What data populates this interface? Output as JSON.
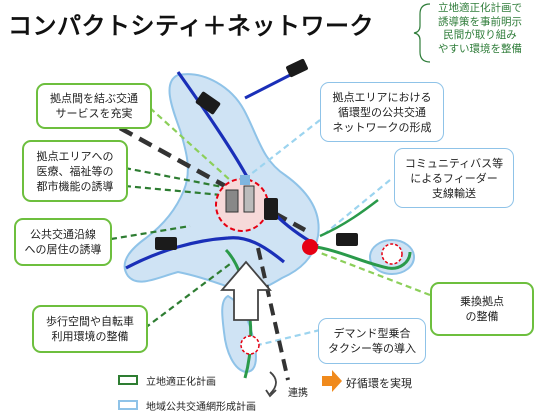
{
  "title": "コンパクトシティ＋ネットワーク",
  "note": {
    "lines": [
      "立地適正化計画で",
      "誘導策を事前明示",
      "民間が取り組み",
      "やすい環境を整備"
    ]
  },
  "callouts": {
    "transit_link": [
      "拠点間を結ぶ交通",
      "サービスを充実"
    ],
    "hub_functions": [
      "拠点エリアへの",
      "医療、福祉等の",
      "都市機能の誘導"
    ],
    "corridor_living": [
      "公共交通沿線",
      "への居住の誘導"
    ],
    "walk_bike": [
      "歩行空間や自転車",
      "利用環境の整備"
    ],
    "circular_network": [
      "拠点エリアにおける",
      "循環型の公共交通",
      "ネットワークの形成"
    ],
    "feeder": [
      "コミュニティバス等",
      "によるフィーダー",
      "支線輸送"
    ],
    "transfer_hub": [
      "乗換拠点",
      "の整備"
    ],
    "demand_taxi": [
      "デマンド型乗合",
      "タクシー等の導入"
    ]
  },
  "legend": {
    "green_label": "立地適正化計画",
    "blue_label": "地域公共交通網形成計画",
    "link_label": "連携",
    "result_label": "好循環を実現"
  },
  "colors": {
    "title": "#111111",
    "note_text": "#2f7d3a",
    "callout_green_border": "#6dbf3e",
    "callout_blue_border": "#8fc3e8",
    "area_fill": "#cfe3f4",
    "rail_line": "#1a2fb8",
    "bus_line": "#2a9a4a",
    "road": "#333333",
    "transfer_node": "#e60012",
    "arrow_orange": "#f08a1c"
  }
}
